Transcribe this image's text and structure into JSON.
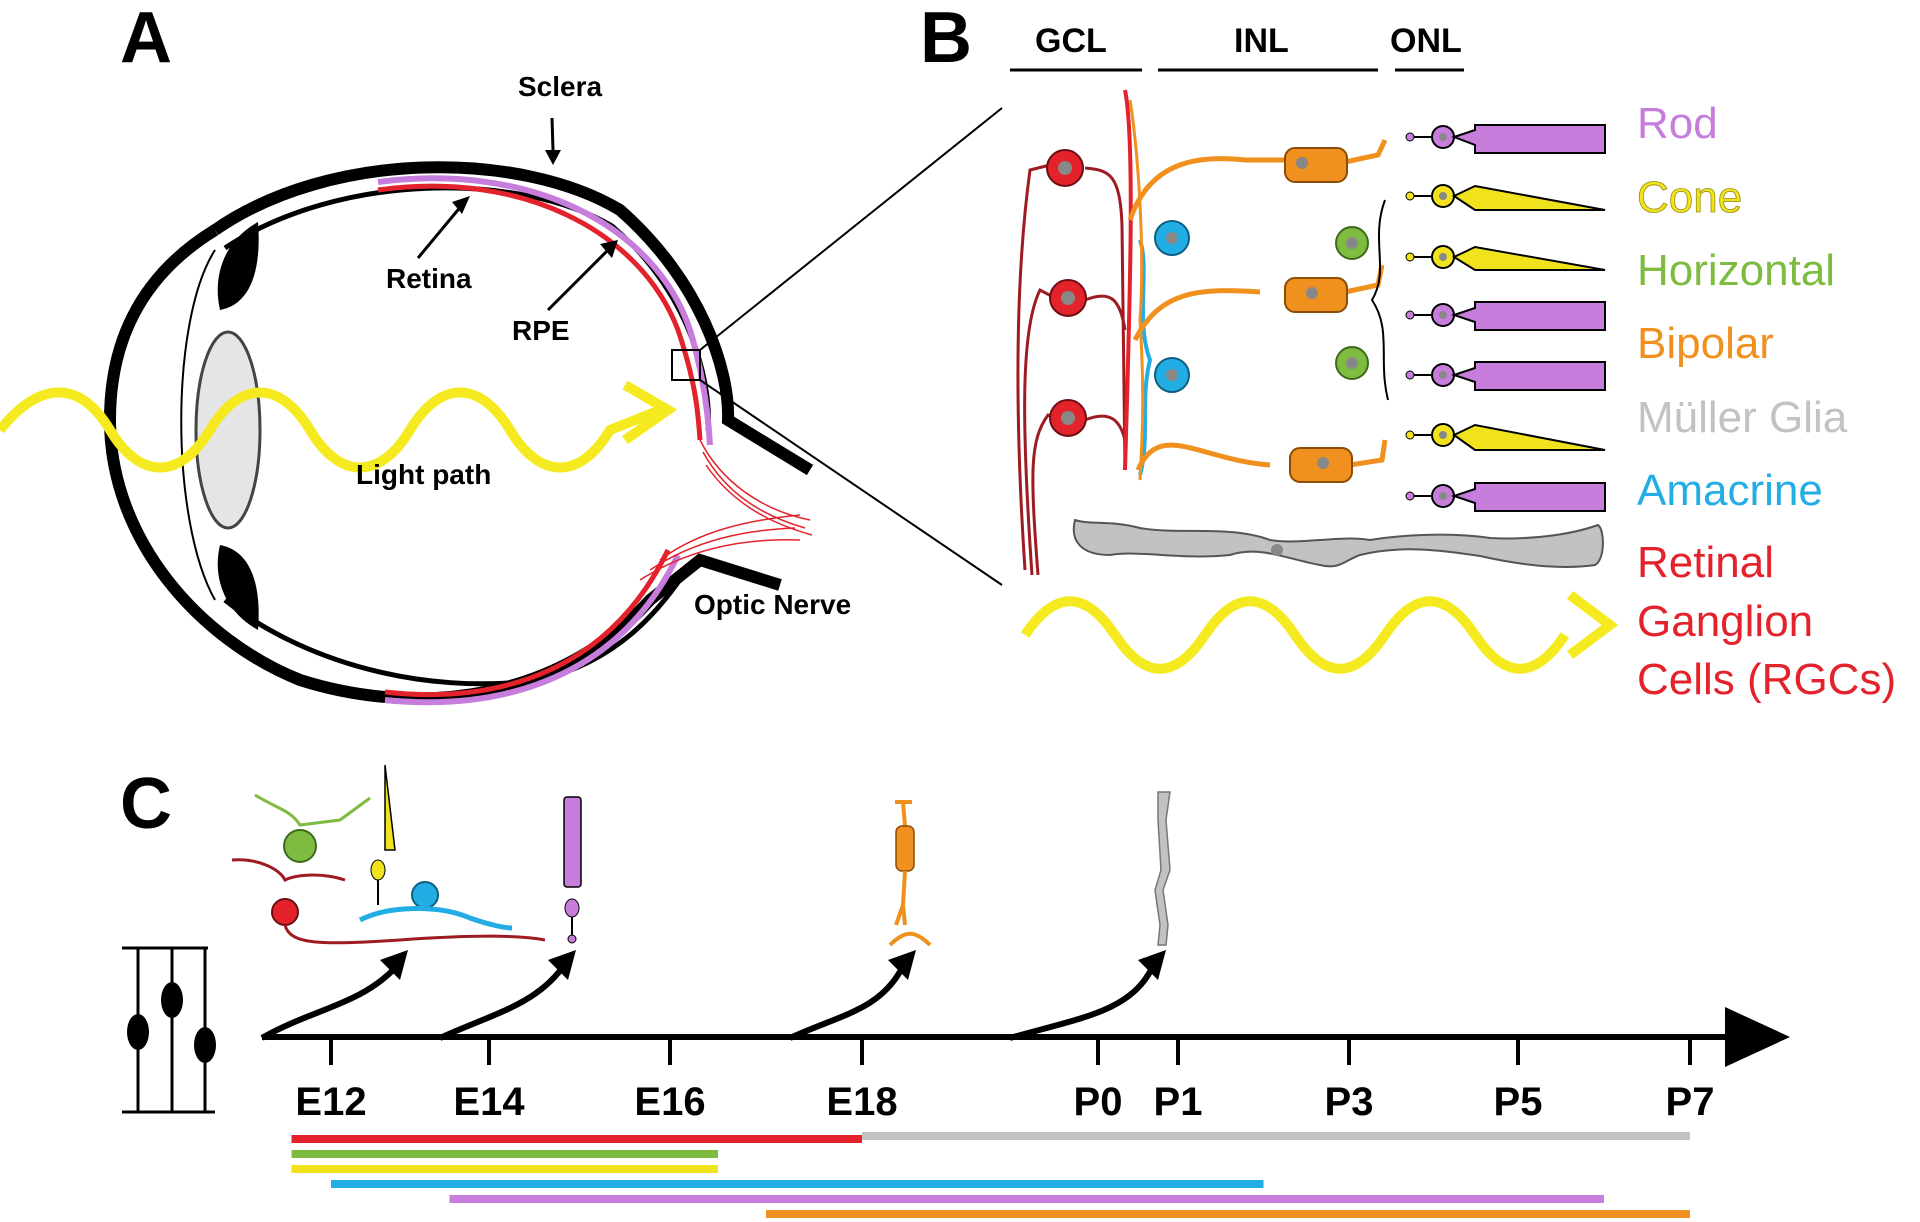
{
  "panels": {
    "a": "A",
    "b": "B",
    "c": "C"
  },
  "eye_labels": {
    "sclera": "Sclera",
    "retina": "Retina",
    "rpe": "RPE",
    "light_path": "Light path",
    "optic_nerve": "Optic Nerve"
  },
  "layers": {
    "gcl": "GCL",
    "inl": "INL",
    "onl": "ONL"
  },
  "legend": [
    {
      "label": "Rod",
      "color": "#c77ddb"
    },
    {
      "label": "Cone",
      "color": "#f0e31e"
    },
    {
      "label": "Horizontal",
      "color": "#7ebb41"
    },
    {
      "label": "Bipolar",
      "color": "#f0901f"
    },
    {
      "label": "Müller Glia",
      "color": "#c2c2c2"
    },
    {
      "label": "Amacrine",
      "color": "#22aee4"
    },
    {
      "label": "Retinal",
      "color": "#e3222b"
    },
    {
      "label": "Ganglion",
      "color": "#e3222b"
    },
    {
      "label": "Cells (RGCs)",
      "color": "#e3222b"
    }
  ],
  "timeline": {
    "ticks": [
      "E12",
      "E14",
      "E16",
      "E18",
      "P0",
      "P1",
      "P3",
      "P5",
      "P7"
    ],
    "bars": [
      {
        "cell": "Retinal Ganglion Cells (RGCs)",
        "start": "E11.5",
        "end": "E18",
        "color": "#e3222b"
      },
      {
        "cell": "Horizontal",
        "start": "E11.5",
        "end": "E16.5",
        "color": "#7ebb41"
      },
      {
        "cell": "Cone",
        "start": "E11.5",
        "end": "E16.5",
        "color": "#f0e31e"
      },
      {
        "cell": "Amacrine",
        "start": "E12",
        "end": "P2",
        "color": "#22aee4"
      },
      {
        "cell": "Rod",
        "start": "E13.5",
        "end": "P6",
        "color": "#c77ddb"
      },
      {
        "cell": "Bipolar",
        "start": "E17",
        "end": "P7",
        "color": "#f0901f"
      },
      {
        "cell": "Müller Glia",
        "start": "E18",
        "end": "P7",
        "color": "#c2c2c2"
      }
    ]
  },
  "colors": {
    "light": "#f5ea1f",
    "rgc": "#e3222b",
    "amacrine": "#22aee4",
    "horizontal": "#7ebb41",
    "bipolar": "#f0901f",
    "cone": "#f0e31e",
    "rod": "#c77ddb",
    "muller": "#c2c2c2"
  }
}
